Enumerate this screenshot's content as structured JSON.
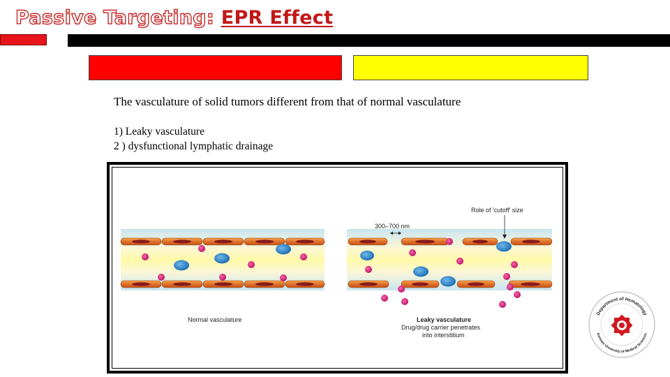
{
  "title": {
    "part1": "Passive Targeting:",
    "part2": "EPR Effect"
  },
  "colors": {
    "title_outline": "#c62828",
    "title_accent": "#c21818",
    "red_bar": "#ff0000",
    "yellow_bar": "#ffff00",
    "membrane": "#e0702a",
    "red_particle": "#d81b7a",
    "blue_particle": "#2a7fc7"
  },
  "body": {
    "intro": "The vasculature of solid tumors different from that of normal vasculature",
    "items": [
      "1) Leaky vasculature",
      "2 ) dysfunctional lymphatic drainage"
    ]
  },
  "figure": {
    "cutoff_label": "Role of 'cutoff' size",
    "size_label": "300–700 nm",
    "normal_caption": "Normal vasculature",
    "leaky_caption": "Leaky vasculature",
    "leaky_sub1": "Drug/drug carrier penetrates",
    "leaky_sub2": "into interstitium"
  },
  "logo": {
    "top_text": "Department of Hematology",
    "bottom_text": "Kerman University of Medical Sciences"
  }
}
